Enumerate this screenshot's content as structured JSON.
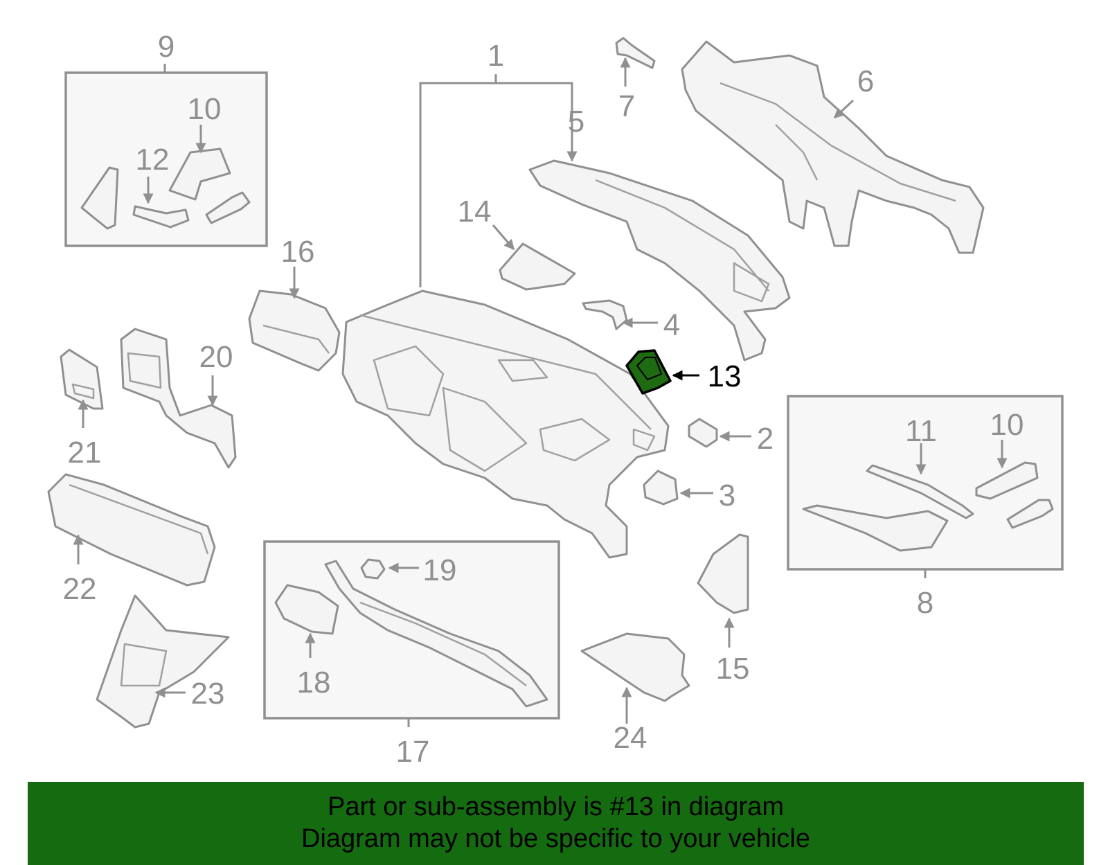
{
  "callouts": {
    "c1": "1",
    "c2": "2",
    "c3": "3",
    "c4": "4",
    "c5": "5",
    "c6": "6",
    "c7": "7",
    "c8": "8",
    "c9": "9",
    "c10a": "10",
    "c10b": "10",
    "c11": "11",
    "c12": "12",
    "c13": "13",
    "c14": "14",
    "c15": "15",
    "c16": "16",
    "c17": "17",
    "c18": "18",
    "c19": "19",
    "c20": "20",
    "c21": "21",
    "c22": "22",
    "c23": "23",
    "c24": "24"
  },
  "highlighted_part": "13",
  "colors": {
    "highlight_fill": "#1e6b12",
    "banner_bg": "#156b0f",
    "line_gray": "#909090"
  },
  "banner": {
    "line1": "Part or sub-assembly is #13 in diagram",
    "line2": "Diagram may not be specific to your vehicle"
  }
}
